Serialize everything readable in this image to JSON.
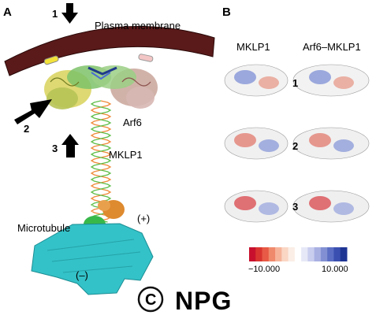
{
  "panels": {
    "a": "A",
    "b": "B"
  },
  "panel_a": {
    "membrane_label": "Plasma membrane",
    "arf6_label": "Arf6",
    "mklp1_label": "MKLP1",
    "microtubule_label": "Microtubule",
    "plus_end": "(+)",
    "minus_end": "(–)",
    "arrows": [
      "1",
      "2",
      "3"
    ]
  },
  "panel_b": {
    "col_headers": [
      "MKLP1",
      "Arf6–MKLP1"
    ],
    "row_labels": [
      "1",
      "2",
      "3"
    ],
    "scale_min": "−10.000",
    "scale_max": "10.000",
    "scale_colors": [
      "#c8102e",
      "#d9342f",
      "#e85a45",
      "#f08a6c",
      "#f6b399",
      "#fad6c4",
      "#fbeee6",
      "#ffffff",
      "#e6e8f7",
      "#c9cdee",
      "#a8b0e2",
      "#8290d3",
      "#5b6ec3",
      "#3a4fb0",
      "#1f3594"
    ]
  },
  "footer": {
    "copyright_symbol": "C",
    "publisher": "NPG"
  }
}
